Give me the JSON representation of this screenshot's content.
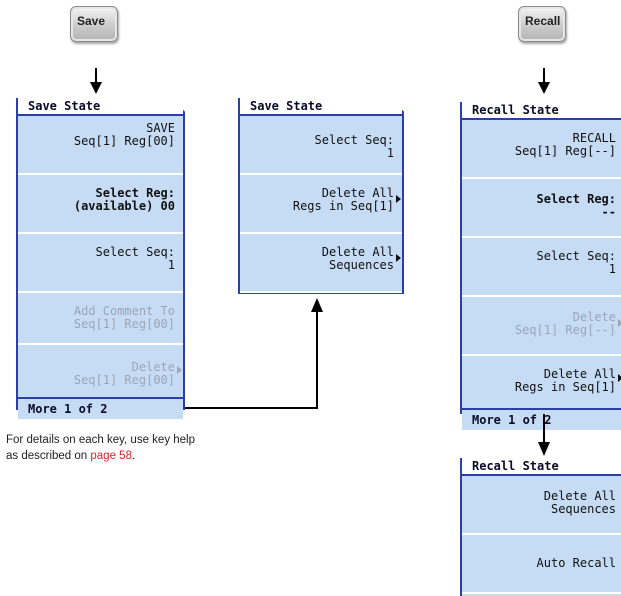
{
  "buttons": {
    "save": "Save",
    "recall": "Recall"
  },
  "save_menu": {
    "title": "Save State",
    "keys": [
      {
        "l1": "SAVE",
        "l2": "Seq[1] Reg[00]"
      },
      {
        "l1": "Select Reg:",
        "l2": "(available) 00"
      },
      {
        "l1": "Select Seq:",
        "l2": "1"
      },
      {
        "l1": "Add Comment To",
        "l2": "Seq[1] Reg[00]"
      },
      {
        "l1": "Delete",
        "l2": "Seq[1] Reg[00]"
      }
    ],
    "more": "More 1 of 2"
  },
  "save_menu2": {
    "title": "Save State",
    "keys": [
      {
        "l1": "Select Seq:",
        "l2": "1"
      },
      {
        "l1": "Delete All",
        "l2": "Regs in Seq[1]"
      },
      {
        "l1": "Delete All",
        "l2": "Sequences"
      }
    ]
  },
  "recall_menu": {
    "title": "Recall State",
    "keys": [
      {
        "l1": "RECALL",
        "l2": "Seq[1] Reg[--]"
      },
      {
        "l1": "Select Reg:",
        "l2": "--"
      },
      {
        "l1": "Select Seq:",
        "l2": "1"
      },
      {
        "l1": "Delete",
        "l2": "Seq[1] Reg[--]"
      },
      {
        "l1": "Delete All",
        "l2": "Regs in Seq[1]"
      }
    ],
    "more": "More 1 of 2"
  },
  "recall_menu2": {
    "title": "Recall State",
    "keys": [
      {
        "l1": "Delete All",
        "l2": "Sequences"
      },
      {
        "l1": "Auto Recall",
        "l2": ""
      }
    ]
  },
  "caption": {
    "text1": "For details on each key, use key help",
    "text2": "as described on ",
    "link": "page 58",
    "end": "."
  }
}
